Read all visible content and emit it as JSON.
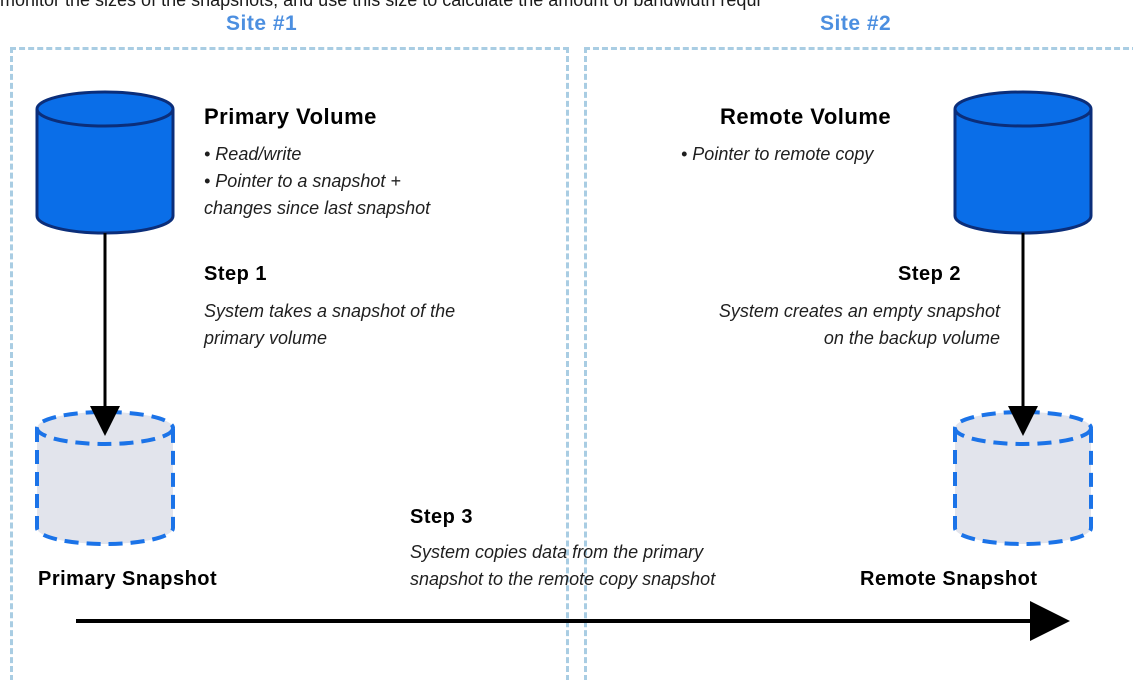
{
  "header_text": "monitor the sizes of the snapshots, and use this size to calculate the amount of bandwidth requi",
  "sites": {
    "site1": "Site #1",
    "site2": "Site #2"
  },
  "primary_volume": {
    "title": "Primary Volume",
    "bullets": [
      "• Read/write",
      "• Pointer to a snapshot +",
      "changes since last snapshot"
    ]
  },
  "remote_volume": {
    "title": "Remote Volume",
    "bullets": [
      "• Pointer to remote copy"
    ]
  },
  "step1": {
    "title": "Step 1",
    "lines": [
      "System takes a snapshot of the",
      "primary volume"
    ]
  },
  "step2": {
    "title": "Step 2",
    "lines": [
      "System creates an empty snapshot",
      "on the backup volume"
    ]
  },
  "step3": {
    "title": "Step 3",
    "lines": [
      "System copies data from the primary",
      "snapshot to the remote copy snapshot"
    ]
  },
  "labels": {
    "primary_snapshot": "Primary Snapshot",
    "remote_snapshot": "Remote Snapshot"
  },
  "colors": {
    "volume_fill": "#0a6ee8",
    "volume_stroke": "#0b2e7a",
    "snapshot_fill": "#e2e4ec",
    "snapshot_stroke": "#1b73e8",
    "site_title": "#4c8fe0",
    "panel_border": "#a9cde3"
  }
}
